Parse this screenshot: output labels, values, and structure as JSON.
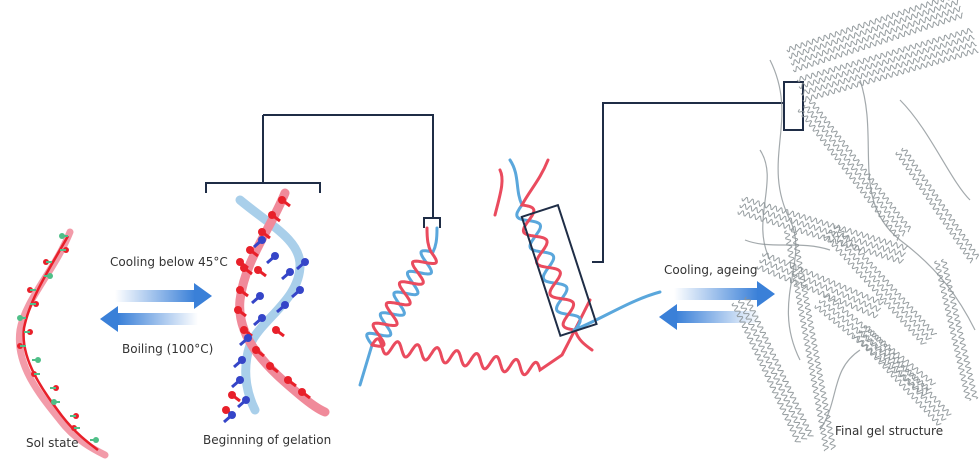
{
  "labels": {
    "sol_state": "Sol state",
    "beginning_of_gelation": "Beginning of gelation",
    "final_gel_structure": "Final gel structure",
    "cooling_below_45": "Cooling below 45°C",
    "boiling_100": "Boiling (100°C)",
    "cooling_ageing": "Cooling, ageing"
  },
  "colors": {
    "red_strand": "#ea4b5e",
    "blue_strand": "#5aa7dc",
    "pink_backbone": "#f08a9a",
    "molecule_red": "#e8202a",
    "molecule_blue": "#3545c8",
    "molecule_green": "#4fbf88",
    "bracket": "#1f2d46",
    "arrow_blue": "#3a80d8",
    "gel_grey": "#8c9397"
  },
  "icons": [
    "arrow-right-icon",
    "arrow-left-icon"
  ]
}
